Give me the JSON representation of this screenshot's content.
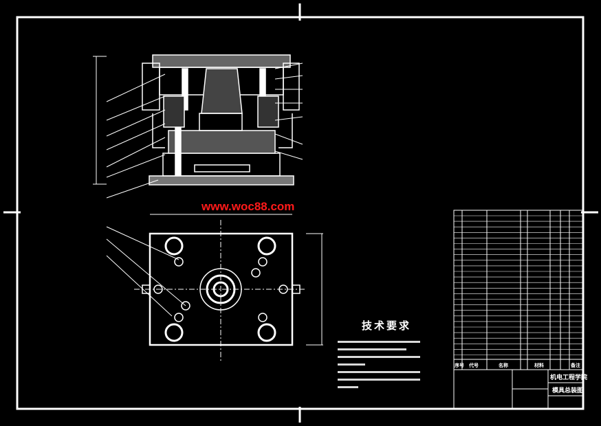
{
  "watermark": "www.woc88.com",
  "technical_requirements": {
    "title": "技术要求"
  },
  "title_block": {
    "school": "机电工程学院",
    "drawing_name": "模具总装图",
    "bom_headers": [
      "序号",
      "代号",
      "名称",
      "材料",
      "备注"
    ]
  },
  "colors": {
    "background": "#000000",
    "lines": "#ffffff",
    "watermark": "#ff1a1a"
  }
}
